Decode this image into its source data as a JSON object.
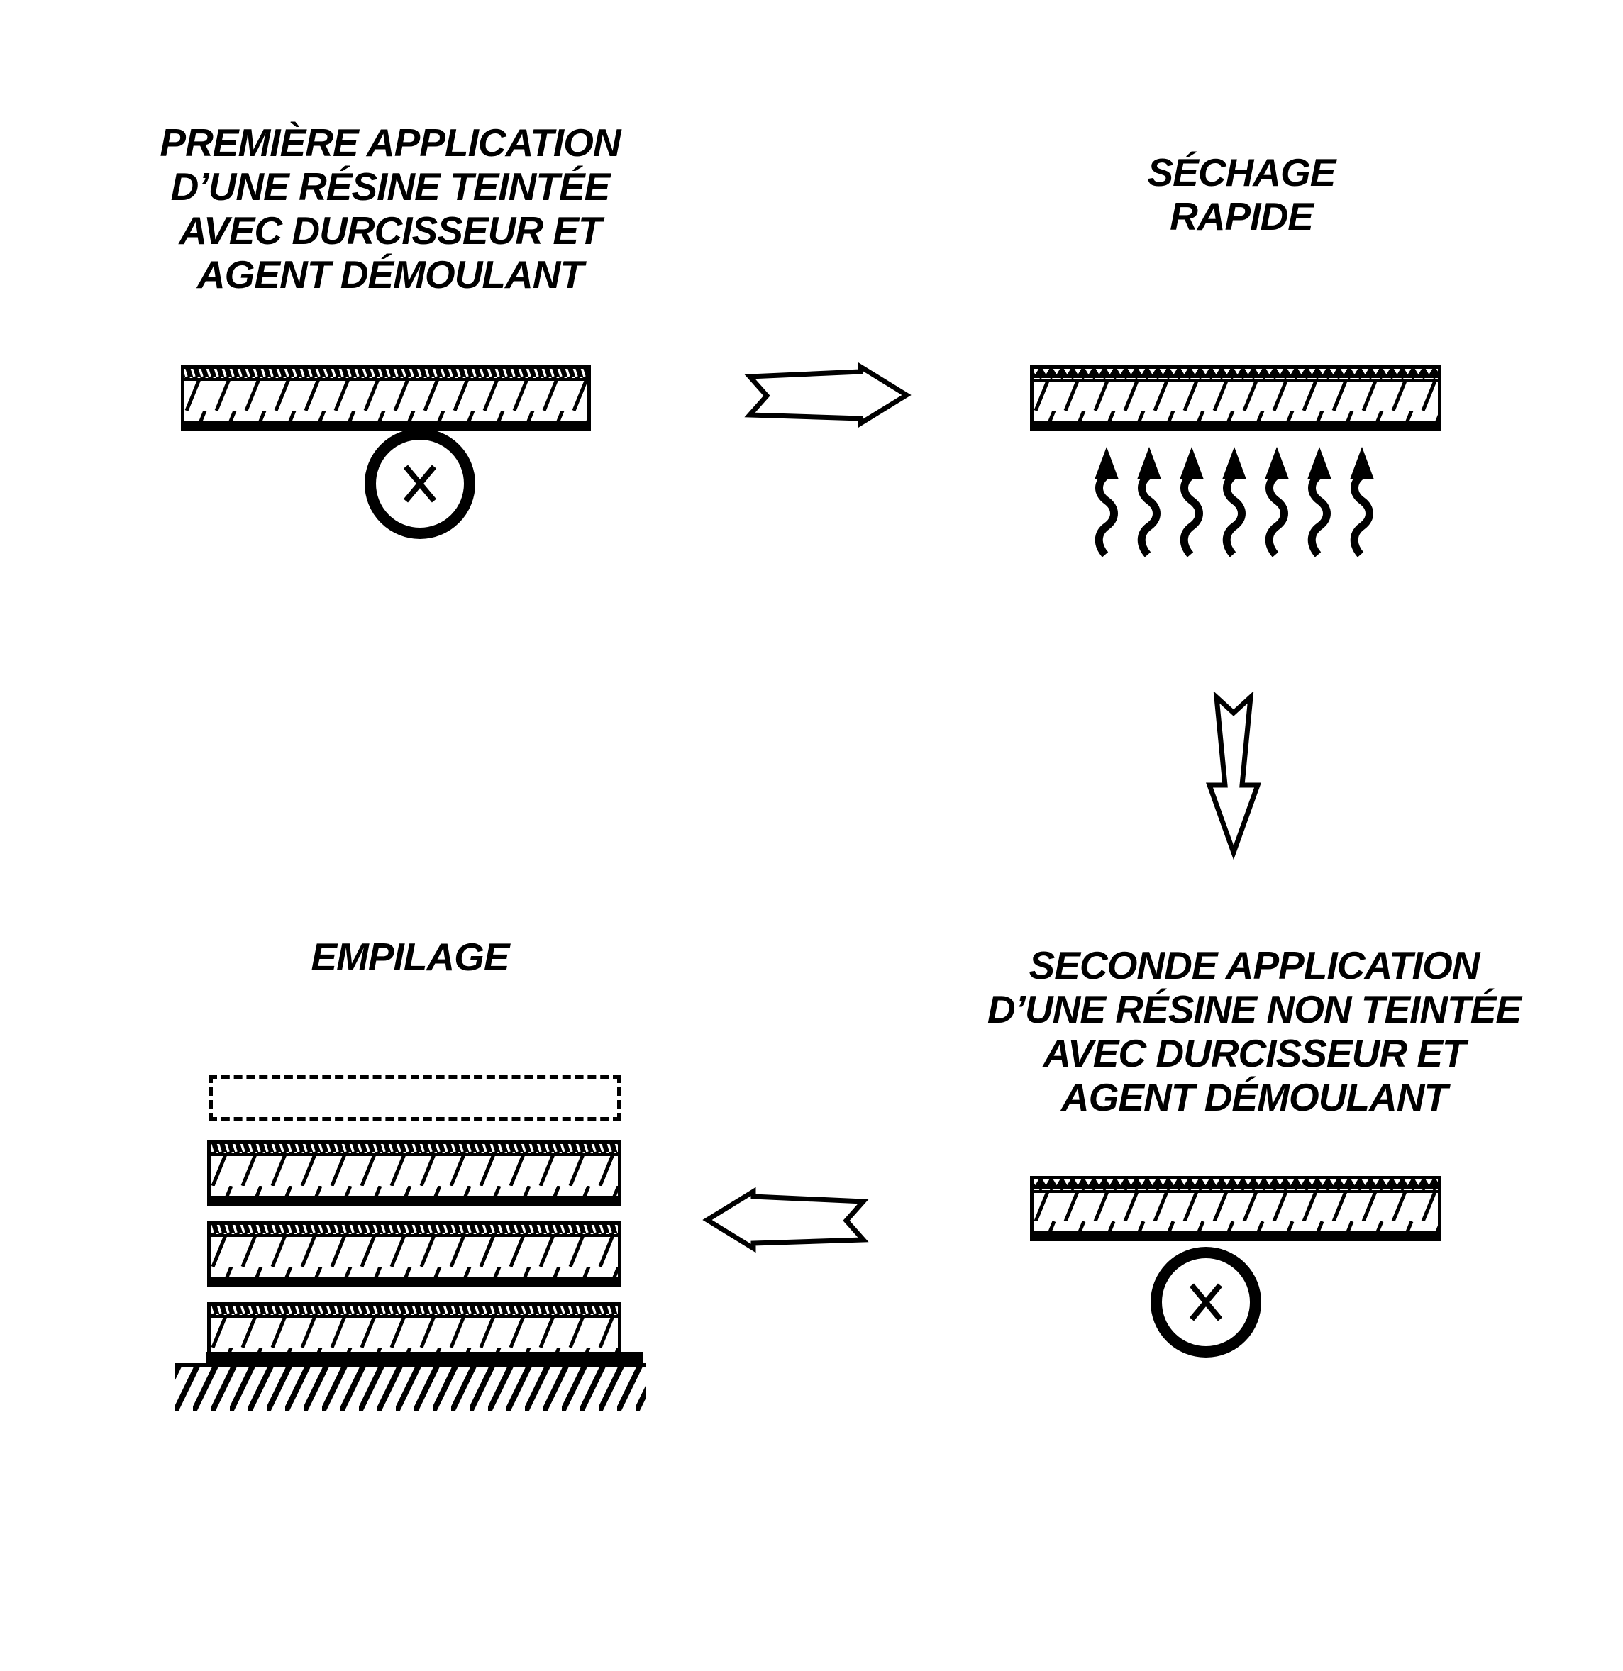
{
  "figure": {
    "background": "#ffffff",
    "ink": "#000000",
    "steps": {
      "step1": {
        "name": "premiere-application",
        "lines": [
          "PREMIÈRE APPLICATION",
          "D’UNE RÉSINE TEINTÉE",
          "AVEC DURCISSEUR ET",
          "AGENT DÉMOULANT"
        ]
      },
      "step2": {
        "name": "sechage-rapide",
        "lines": [
          "SÉCHAGE",
          "RAPIDE"
        ]
      },
      "step3": {
        "name": "seconde-application",
        "lines": [
          "SECONDE APPLICATION",
          "D’UNE RÉSINE NON TEINTÉE",
          "AVEC DURCISSEUR ET",
          "AGENT DÉMOULANT"
        ]
      },
      "step4": {
        "name": "empilage",
        "lines": [
          "EMPILAGE"
        ]
      }
    },
    "icons": {
      "roller": "circle-with-x-roller",
      "heat_waves": "seven-wavy-up-arrows",
      "flow_right": "outline-arrow-right",
      "flow_down": "outline-arrow-down",
      "flow_left": "outline-arrow-left",
      "ghost_slot": "dashed-rectangle-slot",
      "coated_panel_fine": "panel-with-fine-hatched-top-layer",
      "coated_panel_zigzag": "panel-with-zigzag-top-layer",
      "ground": "diagonally-hatched-ground"
    }
  }
}
